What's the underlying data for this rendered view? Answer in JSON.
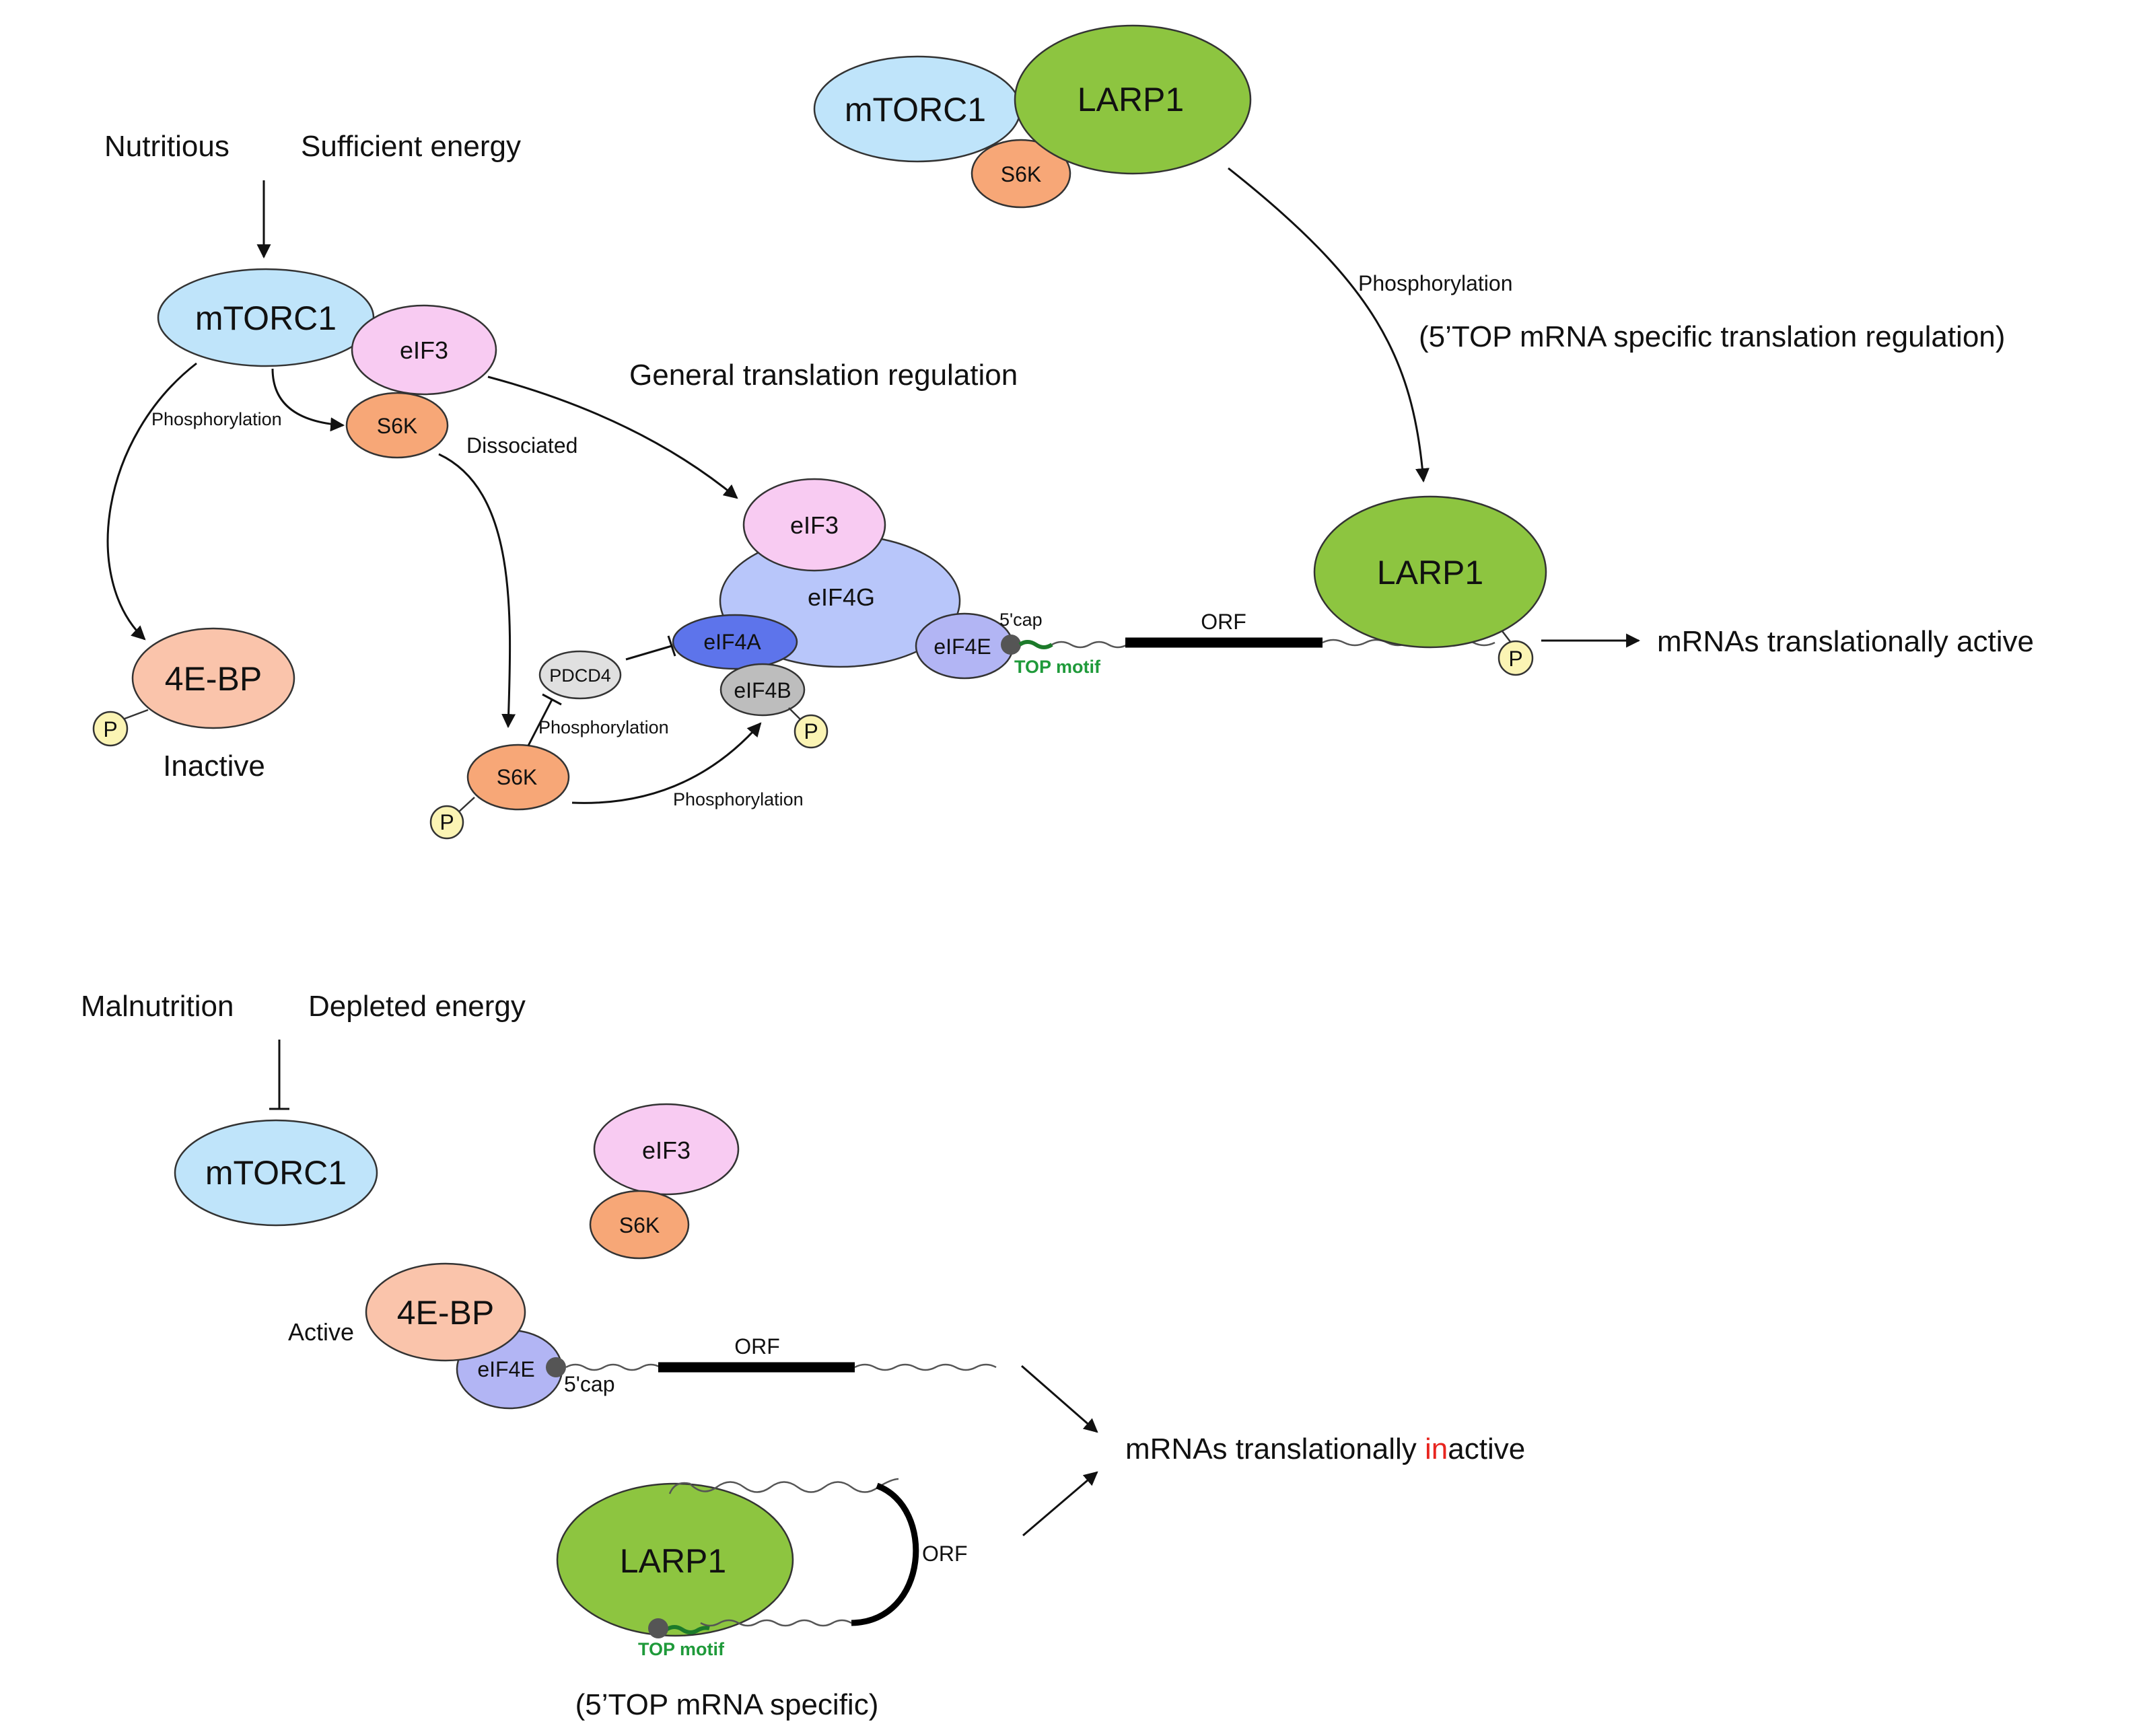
{
  "colors": {
    "mtorc1": "#bfe4fa",
    "larp1": "#8dc540",
    "eif3": "#f8cbf2",
    "s6k": "#f7a777",
    "eif4g": "#b8c6fa",
    "eif4a": "#5d74eb",
    "eif4e": "#b2b5f4",
    "eif4b": "#bdbdbd",
    "pdcd4": "#e0e0e0",
    "fourebp": "#fac4ab",
    "phospho": "#fbf4b4",
    "cap": "#555555",
    "top_motif": "#1f9a3a",
    "highlight": "#e8251f"
  },
  "top": {
    "inputs": {
      "nutritious": "Nutritious",
      "energy": "Sufficient energy"
    },
    "mtorc1": "mTORC1",
    "eif3": "eIF3",
    "s6k_bound": "S6K",
    "phosphorylation_left": "Phosphorylation",
    "dissociated": "Dissociated",
    "fourebp": "4E-BP",
    "p_label": "P",
    "inactive": "Inactive",
    "general_title": "General translation regulation",
    "complex": {
      "eif3": "eIF3",
      "eif4g": "eIF4G",
      "eif4a": "eIF4A",
      "eif4e": "eIF4E",
      "eif4b": "eIF4B",
      "cap": "5'cap",
      "top_motif": "TOP motif",
      "orf": "ORF"
    },
    "pdcd4": "PDCD4",
    "s6k_free": "S6K",
    "phosphorylation_pdcd4": "Phosphorylation",
    "phosphorylation_eif4b": "Phosphorylation",
    "right_group": {
      "mtorc1": "mTORC1",
      "larp1": "LARP1",
      "s6k": "S6K",
      "phosphorylation": "Phosphorylation",
      "subtitle": "(5’TOP mRNA specific translation regulation)",
      "larp1_bound": "LARP1"
    },
    "result": "mRNAs translationally active"
  },
  "bottom": {
    "inputs": {
      "malnutrition": "Malnutrition",
      "energy": "Depleted energy"
    },
    "mtorc1": "mTORC1",
    "eif3": "eIF3",
    "s6k": "S6K",
    "active": "Active",
    "fourebp": "4E-BP",
    "eif4e": "eIF4E",
    "cap": "5'cap",
    "orf": "ORF",
    "larp1": "LARP1",
    "orf_loop": "ORF",
    "top_motif": "TOP motif",
    "specific": "(5’TOP mRNA specific)",
    "result_prefix": "mRNAs translationally ",
    "result_highlight": "in",
    "result_suffix": "active"
  }
}
